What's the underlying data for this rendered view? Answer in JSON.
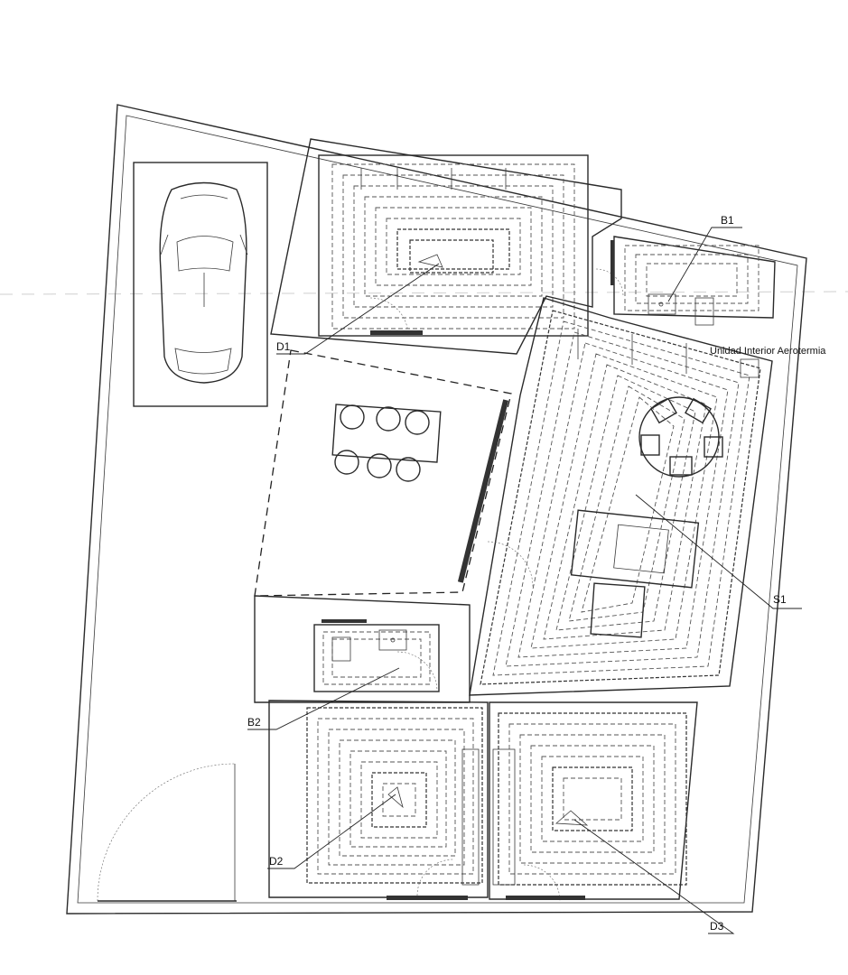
{
  "labels": {
    "b1": "B1",
    "d1": "D1",
    "unidad": "Unidad Interior Aerotermia",
    "s1": "S1",
    "b2": "B2",
    "d2": "D2",
    "d3": "D3"
  }
}
